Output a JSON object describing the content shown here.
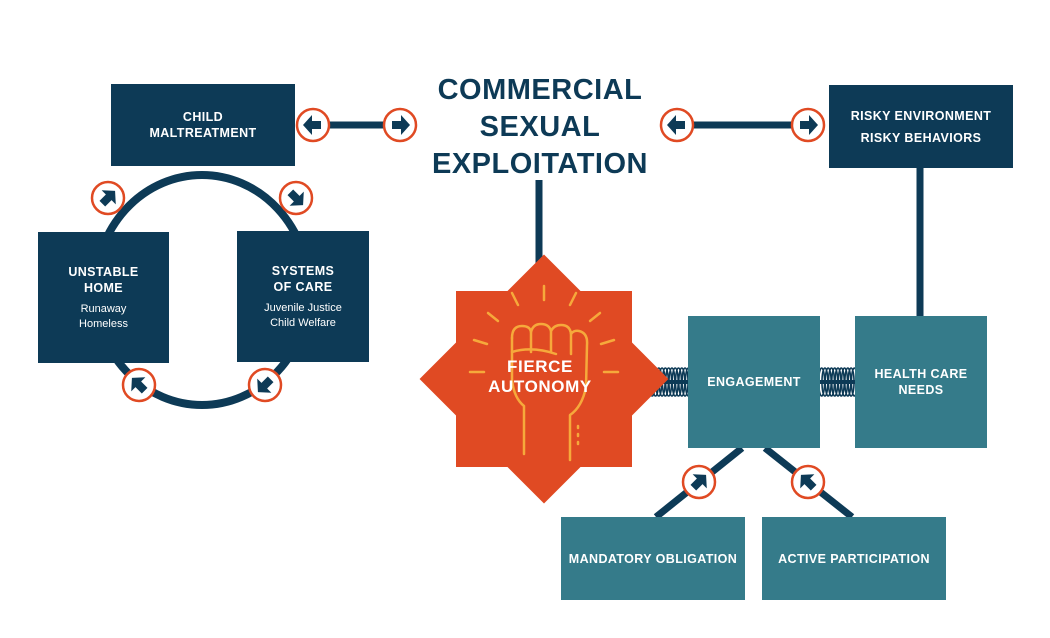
{
  "title": {
    "line1": "COMMERCIAL",
    "line2": "SEXUAL",
    "line3": "EXPLOITATION"
  },
  "nodes": {
    "child_maltreatment": {
      "line1": "CHILD",
      "line2": "MALTREATMENT"
    },
    "unstable_home": {
      "line1": "UNSTABLE",
      "line2": "HOME",
      "details": [
        "Runaway",
        "Homeless"
      ]
    },
    "systems_of_care": {
      "line1": "SYSTEMS",
      "line2": "OF CARE",
      "details": [
        "Juvenile Justice",
        "Child Welfare"
      ]
    },
    "risky": {
      "line1": "RISKY ENVIRONMENT",
      "line2": "RISKY BEHAVIORS"
    },
    "fierce_autonomy": {
      "line1": "FIERCE",
      "line2": "AUTONOMY"
    },
    "engagement": {
      "label": "ENGAGEMENT"
    },
    "health_care_needs": {
      "line1": "HEALTH CARE",
      "line2": "NEEDS"
    },
    "mandatory_obligation": {
      "label": "MANDATORY OBLIGATION"
    },
    "active_participation": {
      "label": "ACTIVE PARTICIPATION"
    }
  },
  "colors": {
    "navy": "#0d3a56",
    "teal": "#357b8a",
    "orange": "#e04a23",
    "fist_outline": "#f6a93b",
    "badge_ring": "#e04a23"
  },
  "icons": [
    "arrow-badge-icon",
    "fist-icon",
    "spring-connector"
  ]
}
